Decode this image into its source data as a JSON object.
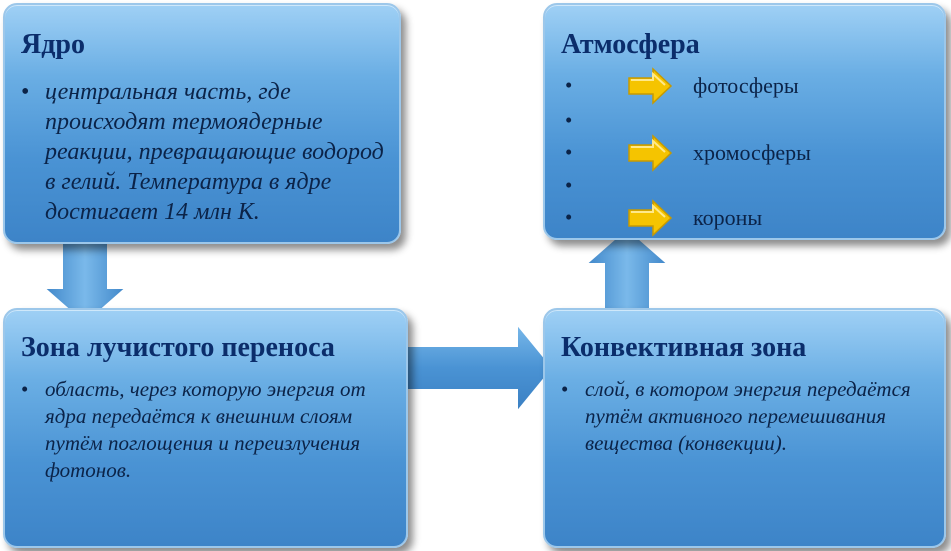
{
  "boxes": {
    "core": {
      "title": "Ядро",
      "bullet": "центральная часть, где происходят термоядерные реакции, превращающие водород в гелий. Температура в ядре достигает 14 млн К."
    },
    "radiative": {
      "title": "Зона лучистого переноса",
      "bullet": "область, через которую энергия от ядра передаётся к внешним слоям путём поглощения и переизлучения фотонов."
    },
    "convective": {
      "title": "Конвективная зона",
      "bullet": "слой, в котором энергия передаётся путём активного перемешивания вещества (конвекции)."
    },
    "atmosphere": {
      "title": "Атмосфера",
      "items": [
        "фотосферы",
        "",
        "хромосферы",
        "",
        "короны"
      ]
    }
  },
  "colors": {
    "box_fill": "#4a93d4",
    "title_text": "#0b2d6b",
    "body_text": "#0b2348",
    "arrow_fill": "#5a9fd8",
    "small_arrow_fill": "#f5c400"
  }
}
